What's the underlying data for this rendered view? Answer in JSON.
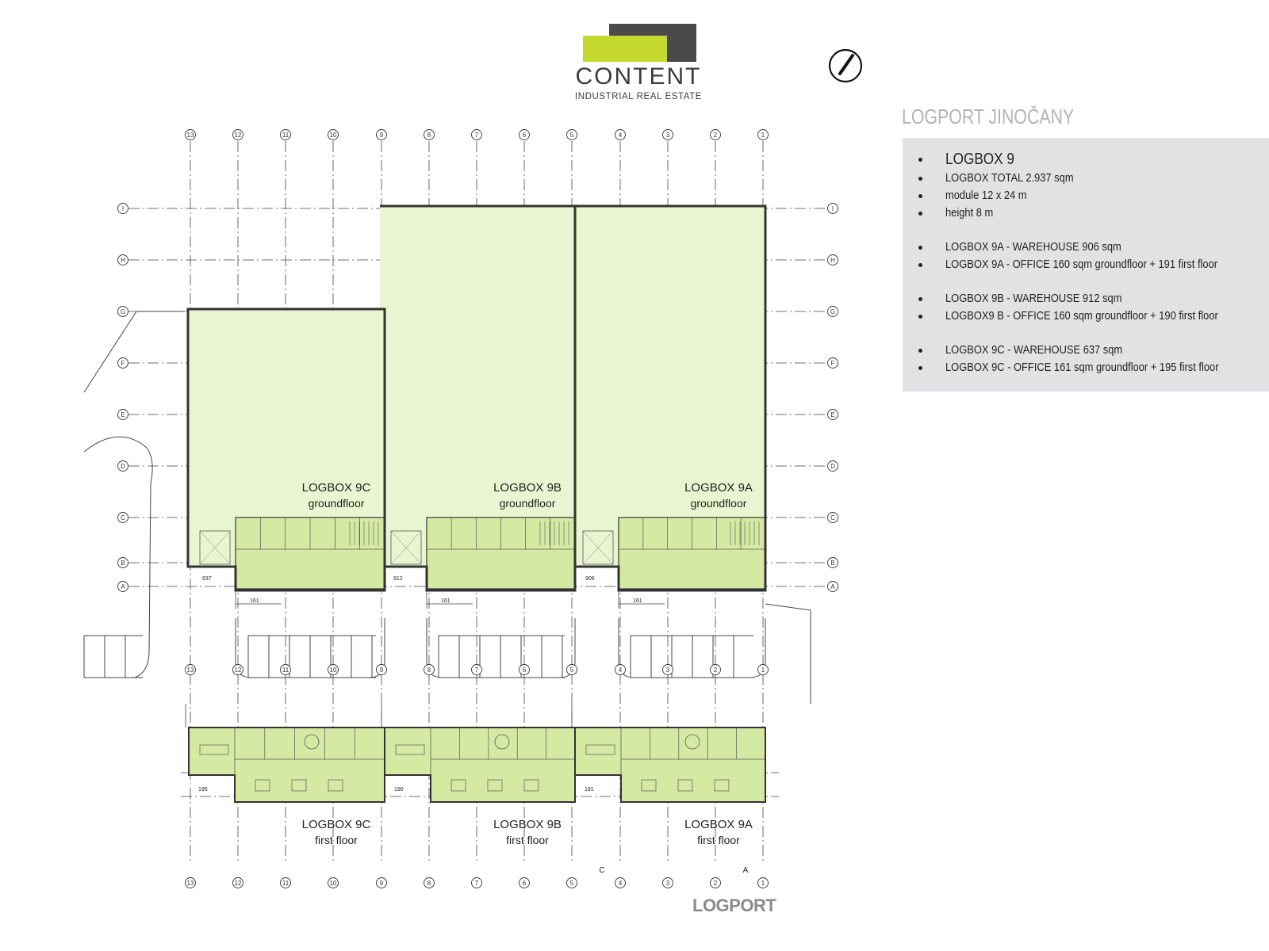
{
  "brand": {
    "name": "CONTENT",
    "tagline": "INDUSTRIAL REAL ESTATE",
    "colors": {
      "lime": "#c5d82f",
      "dark": "#4a4a4a"
    }
  },
  "compass_icon": "north-arrow-icon",
  "project_title": "LOGPORT JINOČANY",
  "info": {
    "items": [
      {
        "text": "LOGBOX 9"
      },
      {
        "text": "LOGBOX TOTAL 2.937 sqm"
      },
      {
        "text": "module 12 x 24 m"
      },
      {
        "text": "height 8 m"
      },
      {
        "text": "LOGBOX 9A - WAREHOUSE 906 sqm"
      },
      {
        "text": "LOGBOX 9A - OFFICE 160 sqm groundfloor + 191 first floor"
      },
      {
        "text": "LOGBOX 9B - WAREHOUSE 912 sqm"
      },
      {
        "text": "LOGBOX9 B - OFFICE 160 sqm groundfloor + 190 first floor"
      },
      {
        "text": "LOGBOX 9C - WAREHOUSE 637 sqm"
      },
      {
        "text": "LOGBOX 9C - OFFICE 161 sqm groundfloor + 195 first floor"
      }
    ]
  },
  "plan": {
    "colors": {
      "fill": "#e8f5d0",
      "office_fill": "#d4eaa3",
      "wall": "#333333",
      "grid": "#444444"
    },
    "column_labels": [
      "13",
      "12",
      "11",
      "10",
      "9",
      "8",
      "7",
      "6",
      "5",
      "4",
      "3",
      "2",
      "1"
    ],
    "row_labels": [
      "I",
      "H",
      "G",
      "F",
      "E",
      "D",
      "C",
      "B",
      "A"
    ],
    "ground_units": [
      {
        "name": "LOGBOX 9C",
        "level": "groundfloor",
        "area_dock": "637",
        "area_office": "161"
      },
      {
        "name": "LOGBOX 9B",
        "level": "groundfloor",
        "area_dock": "912",
        "area_office": "161"
      },
      {
        "name": "LOGBOX 9A",
        "level": "groundfloor",
        "area_dock": "906",
        "area_office": "161"
      }
    ],
    "first_units": [
      {
        "name": "LOGBOX 9C",
        "level": "first floor",
        "area": "195"
      },
      {
        "name": "LOGBOX 9B",
        "level": "first floor",
        "area": "190"
      },
      {
        "name": "LOGBOX 9A",
        "level": "first floor",
        "area": "191"
      }
    ],
    "section_marks": [
      "C",
      "A"
    ]
  },
  "footer_logo": "LOGPORT"
}
